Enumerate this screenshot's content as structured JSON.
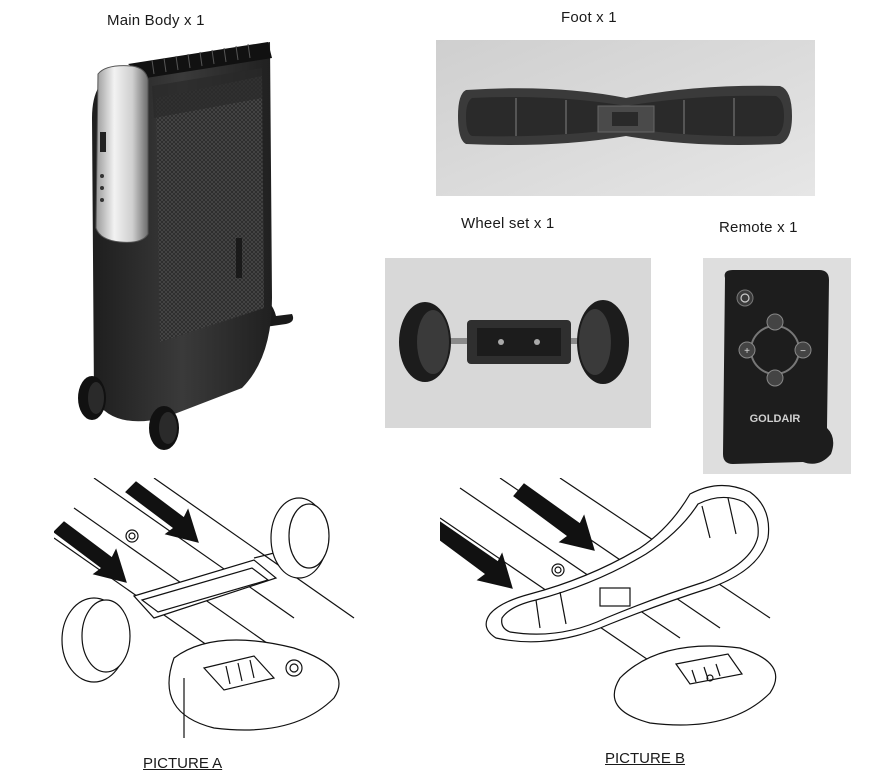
{
  "parts": {
    "main_body": "Main Body x 1",
    "foot": "Foot x 1",
    "wheel_set": "Wheel set x 1",
    "remote": "Remote x 1"
  },
  "remote_brand": "GOLDAIR",
  "captions": {
    "picture_a": "PICTURE A",
    "picture_b": "PICTURE B"
  }
}
